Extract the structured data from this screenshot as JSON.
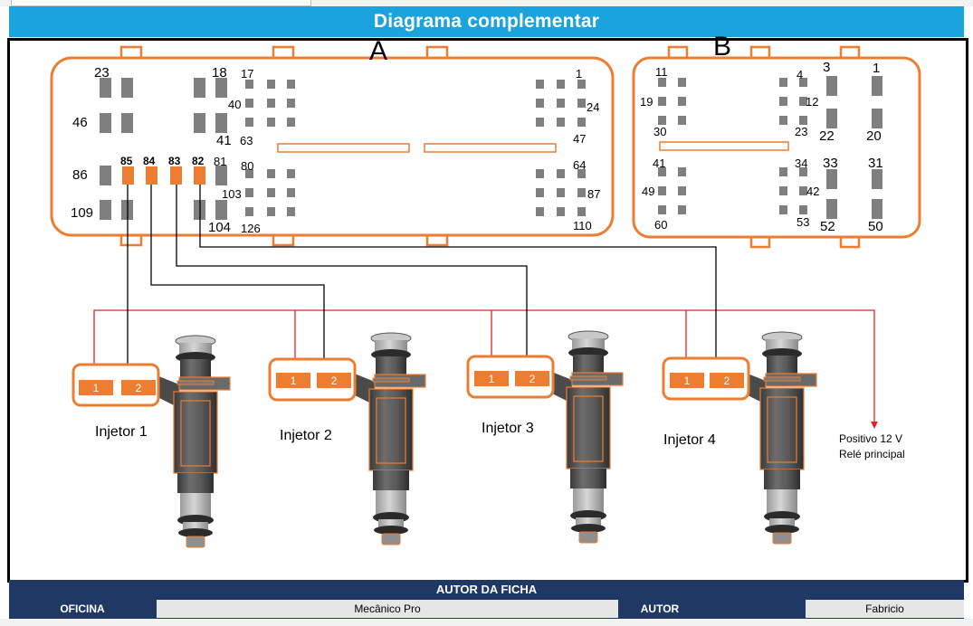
{
  "header": {
    "title": "Diagrama complementar"
  },
  "connector_a": {
    "label": "A",
    "pins_outer": [
      "23",
      "18",
      "17",
      "46",
      "41",
      "40",
      "63",
      "86",
      "109",
      "104",
      "80",
      "103",
      "126",
      "1",
      "24",
      "47",
      "64",
      "87",
      "110",
      "81"
    ],
    "pins_used": [
      "85",
      "84",
      "83",
      "82"
    ]
  },
  "connector_b": {
    "label": "B",
    "pins": [
      "11",
      "19",
      "30",
      "41",
      "49",
      "60",
      "4",
      "12",
      "23",
      "34",
      "42",
      "53",
      "3",
      "22",
      "33",
      "52",
      "1",
      "20",
      "31",
      "50"
    ]
  },
  "injectors": [
    {
      "label": "Injetor 1",
      "pin1": "1",
      "pin2": "2"
    },
    {
      "label": "Injetor 2",
      "pin1": "1",
      "pin2": "2"
    },
    {
      "label": "Injetor 3",
      "pin1": "1",
      "pin2": "2"
    },
    {
      "label": "Injetor 4",
      "pin1": "1",
      "pin2": "2"
    }
  ],
  "power": {
    "line1": "Positivo 12 V",
    "line2": "Relé principal"
  },
  "colors": {
    "accent": "#ed7d31",
    "pin": "#7f7f7f",
    "power_wire": "#e8202a",
    "signal_wire": "#000000",
    "header_bg": "#1ba3dd",
    "footer_bg": "#1f3864"
  },
  "footer": {
    "title": "AUTOR DA FICHA",
    "oficina_label": "OFICINA",
    "oficina_value": "Mecânico Pro",
    "autor_label": "AUTOR",
    "autor_value": "Fabricio"
  }
}
